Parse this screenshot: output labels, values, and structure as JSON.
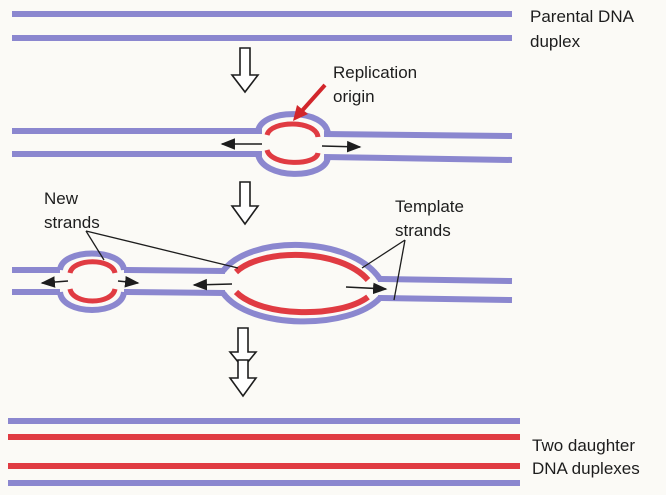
{
  "labels": {
    "parental_line1": "Parental DNA",
    "parental_line2": "duplex",
    "replication_line1": "Replication",
    "replication_line2": "origin",
    "new_line1": "New",
    "new_line2": "strands",
    "template_line1": "Template",
    "template_line2": "strands",
    "daughter_line1": "Two daughter",
    "daughter_line2": "DNA duplexes"
  },
  "colors": {
    "parental_strand": "#8b87cf",
    "new_strand": "#e03b42",
    "pointer_arrow": "#d2262b",
    "ink": "#1d1d1d",
    "background": "#fbfaf6"
  }
}
